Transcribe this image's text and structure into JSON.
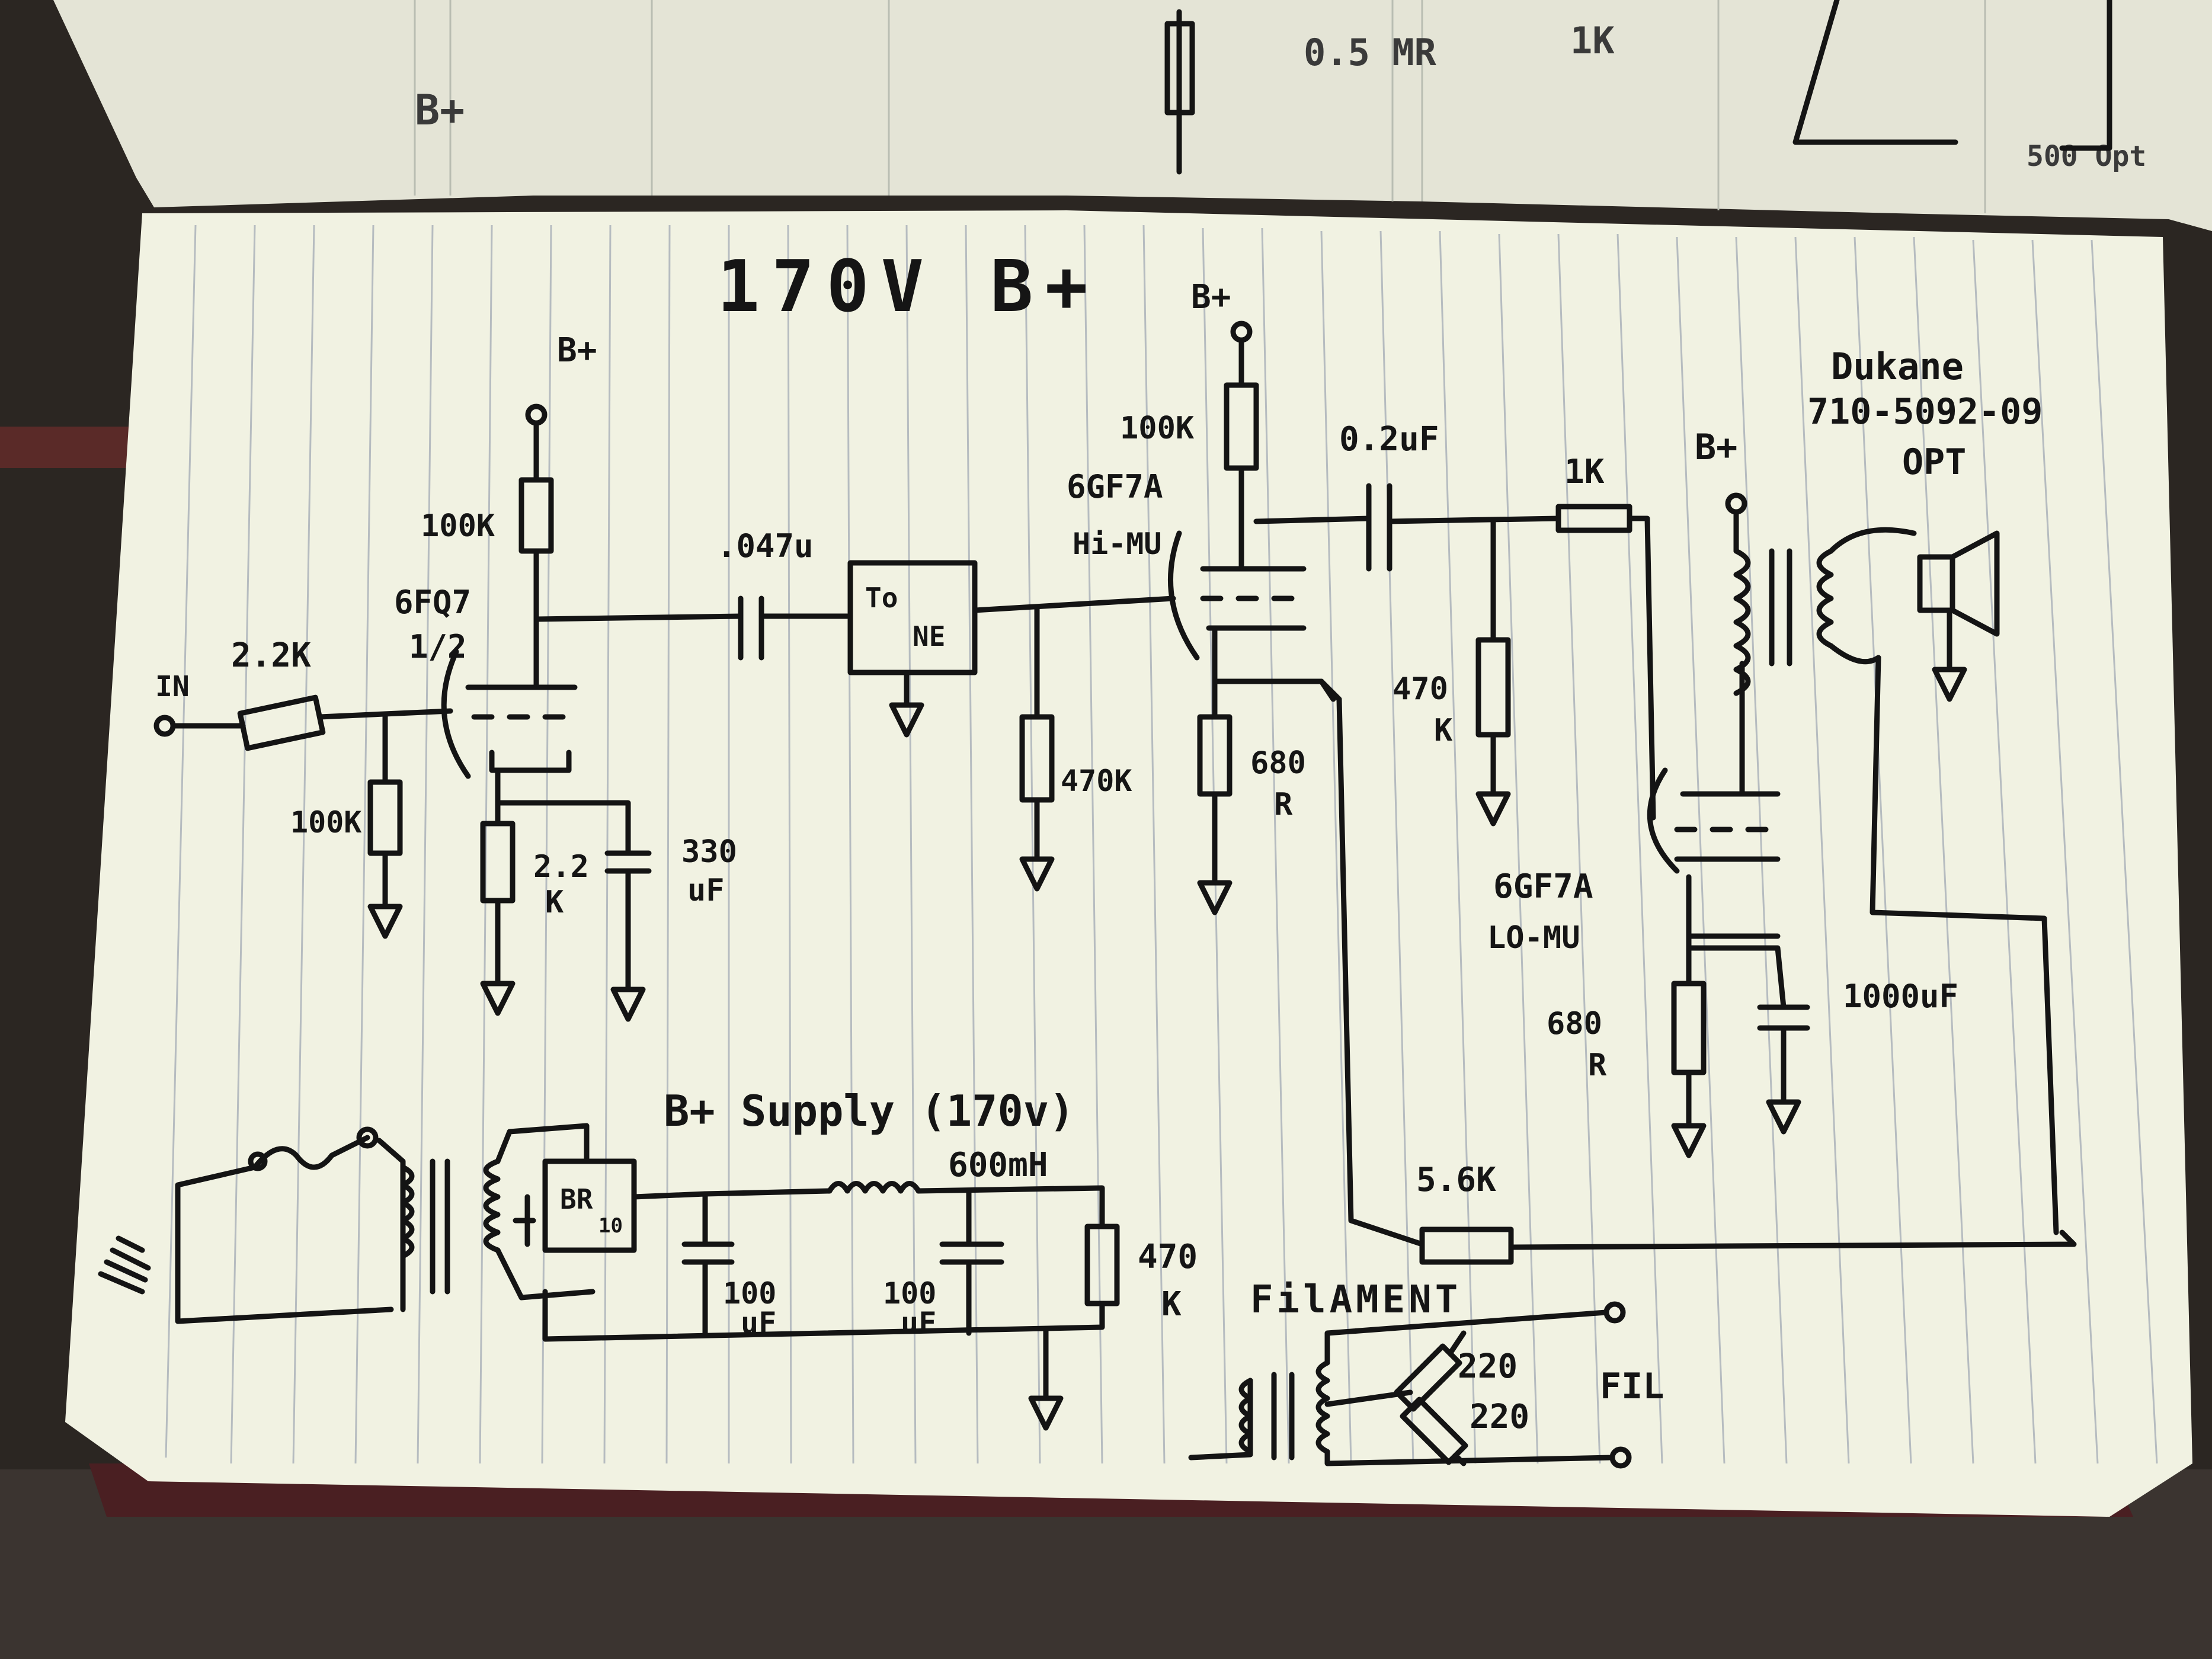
{
  "title": "170V B+",
  "top_page_scribbles": [
    "B+",
    "0.5 MR",
    "1K",
    "500 Opt"
  ],
  "labels": {
    "input": "IN",
    "r_in": "2.2K",
    "r_grid1": "100K",
    "tube1": "6FQ7",
    "tube1_half": "1/2",
    "bplus1": "B+",
    "r_plate1": "100K",
    "r_cath1_a": "2.2",
    "r_cath1_b": "K",
    "c_cath1_a": "330",
    "c_cath1_b": "uF",
    "c_couple1": ".047u",
    "tone_a": "To",
    "tone_b": "NE",
    "r_grid2": "470K",
    "bplus2": "B+",
    "r_plate2": "100K",
    "tube2": "6GF7A",
    "tube2_mu": "Hi-MU",
    "r_cath2_a": "680",
    "r_cath2_b": "R",
    "c_couple2": "0.2uF",
    "r_grid3_a": "470",
    "r_grid3_b": "K",
    "r_stop": "1K",
    "bplus3": "B+",
    "opt_brand": "Dukane",
    "opt_part": "710-5092-09",
    "opt": "OPT",
    "tube3": "6GF7A",
    "tube3_mu": "LO-MU",
    "r_cath3_a": "680",
    "r_cath3_b": "R",
    "c_cath3": "1000uF",
    "r_fb": "5.6K",
    "supply_title": "B+ Supply (170v)",
    "choke": "600mH",
    "rect_a": "BR",
    "rect_b": "10",
    "c_filt1_a": "100",
    "c_filt1_b": "uF",
    "c_filt2_a": "100",
    "c_filt2_b": "uF",
    "r_bleed_a": "470",
    "r_bleed_b": "K",
    "filament": "FilAMENT",
    "r_fil1": "220",
    "r_fil2": "220",
    "fil": "FIL"
  }
}
